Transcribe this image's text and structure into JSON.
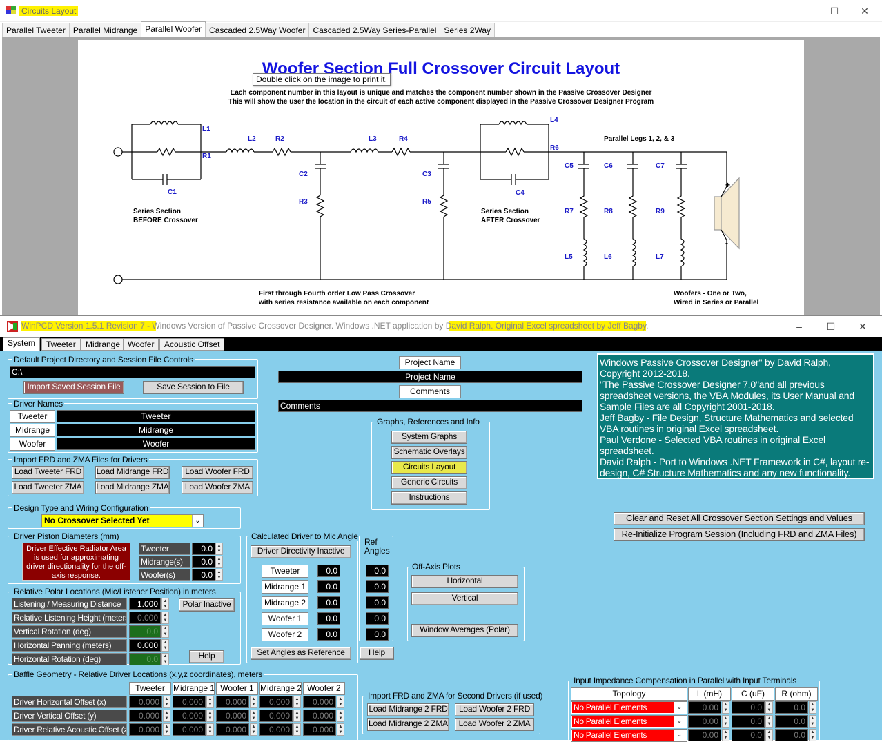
{
  "circuits_window": {
    "title": "Circuits Layout",
    "controls": {
      "minimize": "–",
      "maximize": "☐",
      "close": "✕"
    },
    "tabs": [
      "Parallel Tweeter",
      "Parallel Midrange",
      "Parallel Woofer",
      "Cascaded 2.5Way Woofer",
      "Cascaded 2.5Way Series-Parallel",
      "Series 2Way"
    ],
    "active_tab": "Parallel Woofer",
    "diagram": {
      "title": "Woofer Section Full Crossover Circuit Layout",
      "tooltip": "Double click on the image to print it.",
      "subtitle1": "Each component number in this layout is unique and matches the component number shown in the Passive Crossover Designer",
      "subtitle2": "This will show the user the location in the circuit of each active component displayed in the Passive Crossover Designer Program",
      "labels": {
        "L1": "L1",
        "R1": "R1",
        "C1": "C1",
        "L2": "L2",
        "R2": "R2",
        "C2": "C2",
        "R3": "R3",
        "L3": "L3",
        "R4": "R4",
        "C3": "C3",
        "R5": "R5",
        "L4": "L4",
        "R6": "R6",
        "C4": "C4",
        "C5": "C5",
        "C6": "C6",
        "C7": "C7",
        "R7": "R7",
        "R8": "R8",
        "R9": "R9",
        "L5": "L5",
        "L6": "L6",
        "L7": "L7"
      },
      "parallel_legs": "Parallel Legs 1, 2, & 3",
      "series_before": "Series Section\nBEFORE Crossover",
      "series_after": "Series Section\nAFTER Crossover",
      "lowpass_note": "First through Fourth order Low Pass Crossover\nwith series resistance available on each component",
      "woofers_note": "Woofers - One or Two,\nWired in Series or Parallel",
      "plus": "+",
      "minus": "-"
    }
  },
  "main_window": {
    "title": "WinPCD Version 1.5.1 Revision 7 - Windows Version of Passive Crossover Designer. Windows .NET application by David Ralph. Original Excel spreadsheet by Jeff Bagby.",
    "controls": {
      "minimize": "–",
      "maximize": "☐",
      "close": "✕"
    },
    "tabs": [
      "System",
      "Tweeter",
      "Midrange",
      "Woofer",
      "Acoustic Offset"
    ],
    "project": {
      "dir_group": "Default Project Directory and Session File Controls",
      "dir_value": "C:\\",
      "import_session": "Import Saved Session File",
      "save_session": "Save Session to File",
      "project_name_label": "Project Name",
      "project_name_value": "Project Name",
      "comments_label": "Comments",
      "comments_value": "Comments"
    },
    "driver_names": {
      "group": "Driver Names",
      "rows": [
        {
          "label": "Tweeter",
          "value": "Tweeter"
        },
        {
          "label": "Midrange",
          "value": "Midrange"
        },
        {
          "label": "Woofer",
          "value": "Woofer"
        }
      ]
    },
    "import_frd": {
      "group": "Import FRD and ZMA Files for Drivers",
      "buttons": [
        "Load Tweeter FRD",
        "Load Midrange FRD",
        "Load Woofer FRD",
        "Load Tweeter ZMA",
        "Load Midrange ZMA",
        "Load Woofer ZMA"
      ]
    },
    "design_type": {
      "group": "Design Type and Wiring Configuration",
      "selected": "No Crossover Selected Yet"
    },
    "piston": {
      "group": "Driver Piston Diameters (mm)",
      "note": "Driver Effective Radiator Area is used for approximating driver directionality for the off-axis response.",
      "rows": [
        {
          "label": "Tweeter",
          "value": "0.0"
        },
        {
          "label": "Midrange(s)",
          "value": "0.0"
        },
        {
          "label": "Woofer(s)",
          "value": "0.0"
        }
      ]
    },
    "polar": {
      "group": "Relative Polar Locations  (Mic/Listener Position) in meters",
      "rows": [
        {
          "label": "Listening / Measuring Distance",
          "value": "1.000"
        },
        {
          "label": "Relative Listening Height (meters)",
          "value": "0.000"
        },
        {
          "label": "Vertical Rotation (deg)",
          "value": "0.0"
        },
        {
          "label": "Horizontal Panning (meters)",
          "value": "0.000"
        },
        {
          "label": "Horizontal Rotation (deg)",
          "value": "0.0"
        }
      ],
      "polar_button": "Polar Inactive",
      "help": "Help"
    },
    "mic_angle": {
      "group": "Calculated Driver to Mic Angle",
      "ref_angles": "Ref\nAngles",
      "directivity": "Driver Directivity Inactive",
      "rows": [
        {
          "label": "Tweeter",
          "calc": "0.0",
          "ref": "0.0"
        },
        {
          "label": "Midrange 1",
          "calc": "0.0",
          "ref": "0.0"
        },
        {
          "label": "Midrange 2",
          "calc": "0.0",
          "ref": "0.0"
        },
        {
          "label": "Woofer 1",
          "calc": "0.0",
          "ref": "0.0"
        },
        {
          "label": "Woofer 2",
          "calc": "0.0",
          "ref": "0.0"
        }
      ],
      "set_ref": "Set Angles as Reference",
      "help": "Help"
    },
    "graphs": {
      "group": "Graphs, References and Info",
      "buttons": [
        "System Graphs",
        "Schematic Overlays",
        "Circuits Layout",
        "Generic Circuits",
        "Instructions"
      ],
      "active": "Circuits Layout"
    },
    "off_axis": {
      "group": "Off-Axis Plots",
      "buttons": [
        "Horizontal",
        "Vertical",
        "Window Averages (Polar)"
      ]
    },
    "copyright": "Windows Passive Crossover Designer\" by David Ralph, Copyright 2012-2018.\n\"The Passive Crossover Designer 7.0\"and all previous spreadsheet versions, the VBA Modules, its User Manual and Sample Files are all Copyright 2001-2018.\nJeff Bagby - File Design, Structure Mathematics and selected VBA routines in original Excel spreadsheet.\nPaul Verdone - Selected VBA routines in original Excel spreadsheet.\nDavid Ralph - Port to Windows .NET Framework in C#, layout re-design, C# Structure Mathematics and any new functionality.",
    "reset_buttons": [
      "Clear and Reset All Crossover Section Settings and Values",
      "Re-Initialize Program Session (Including FRD and ZMA Files)"
    ],
    "baffle": {
      "group": "Baffle Geometry - Relative Driver Locations (x,y,z coordinates), meters",
      "columns": [
        "Tweeter",
        "Midrange 1",
        "Woofer 1",
        "Midrange 2",
        "Woofer 2"
      ],
      "rows": [
        {
          "label": "Driver Horizontal Offset (x)",
          "values": [
            "0.000",
            "0.000",
            "0.000",
            "0.000",
            "0.000"
          ]
        },
        {
          "label": "Driver Vertical Offset (y)",
          "values": [
            "0.000",
            "0.000",
            "0.000",
            "0.000",
            "0.000"
          ]
        },
        {
          "label": "Driver Relative Acoustic Offset (z)",
          "values": [
            "0.000",
            "0.000",
            "0.000",
            "0.000",
            "0.000"
          ]
        }
      ]
    },
    "second_drivers": {
      "group": "Import FRD and ZMA for Second Drivers (if used)",
      "buttons": [
        "Load Midrange 2 FRD",
        "Load Woofer 2 FRD",
        "Load Midrange 2 ZMA",
        "Load Woofer 2  ZMA"
      ]
    },
    "impedance": {
      "group": "Input Impedance Compensation in Parallel with Input Terminals",
      "columns": [
        "Topology",
        "L (mH)",
        "C (uF)",
        "R (ohm)"
      ],
      "rows": [
        {
          "topology": "No Parallel Elements",
          "l": "0.00",
          "c": "0.0",
          "r": "0.0"
        },
        {
          "topology": "No Parallel Elements",
          "l": "0.00",
          "c": "0.0",
          "r": "0.0"
        },
        {
          "topology": "No Parallel Elements",
          "l": "0.00",
          "c": "0.0",
          "r": "0.0"
        }
      ]
    }
  }
}
